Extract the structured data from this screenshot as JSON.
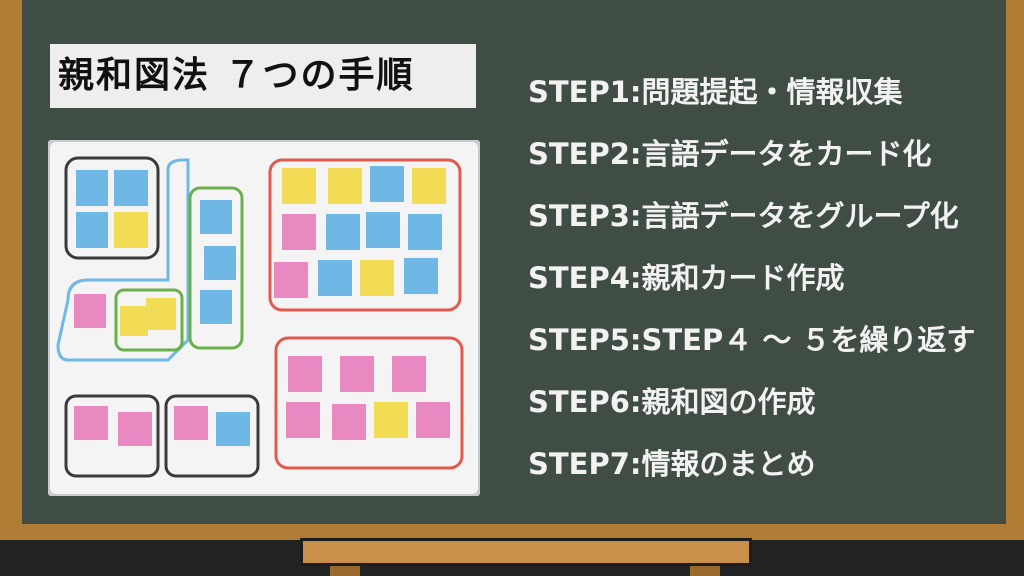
{
  "title": "親和図法 ７つの手順",
  "steps": [
    "STEP1:問題提起・情報収集",
    "STEP2:言語データをカード化",
    "STEP3:言語データをグループ化",
    "STEP4:親和カード作成",
    "STEP5:STEP４ 〜 ５を繰り返す",
    "STEP6:親和図の作成",
    "STEP7:情報のまとめ"
  ],
  "colors": {
    "board": "#3f4d45",
    "frame": "#b07c36",
    "note_yellow": "#f3dc55",
    "note_blue": "#6fb8e6",
    "note_pink": "#e889c2"
  }
}
